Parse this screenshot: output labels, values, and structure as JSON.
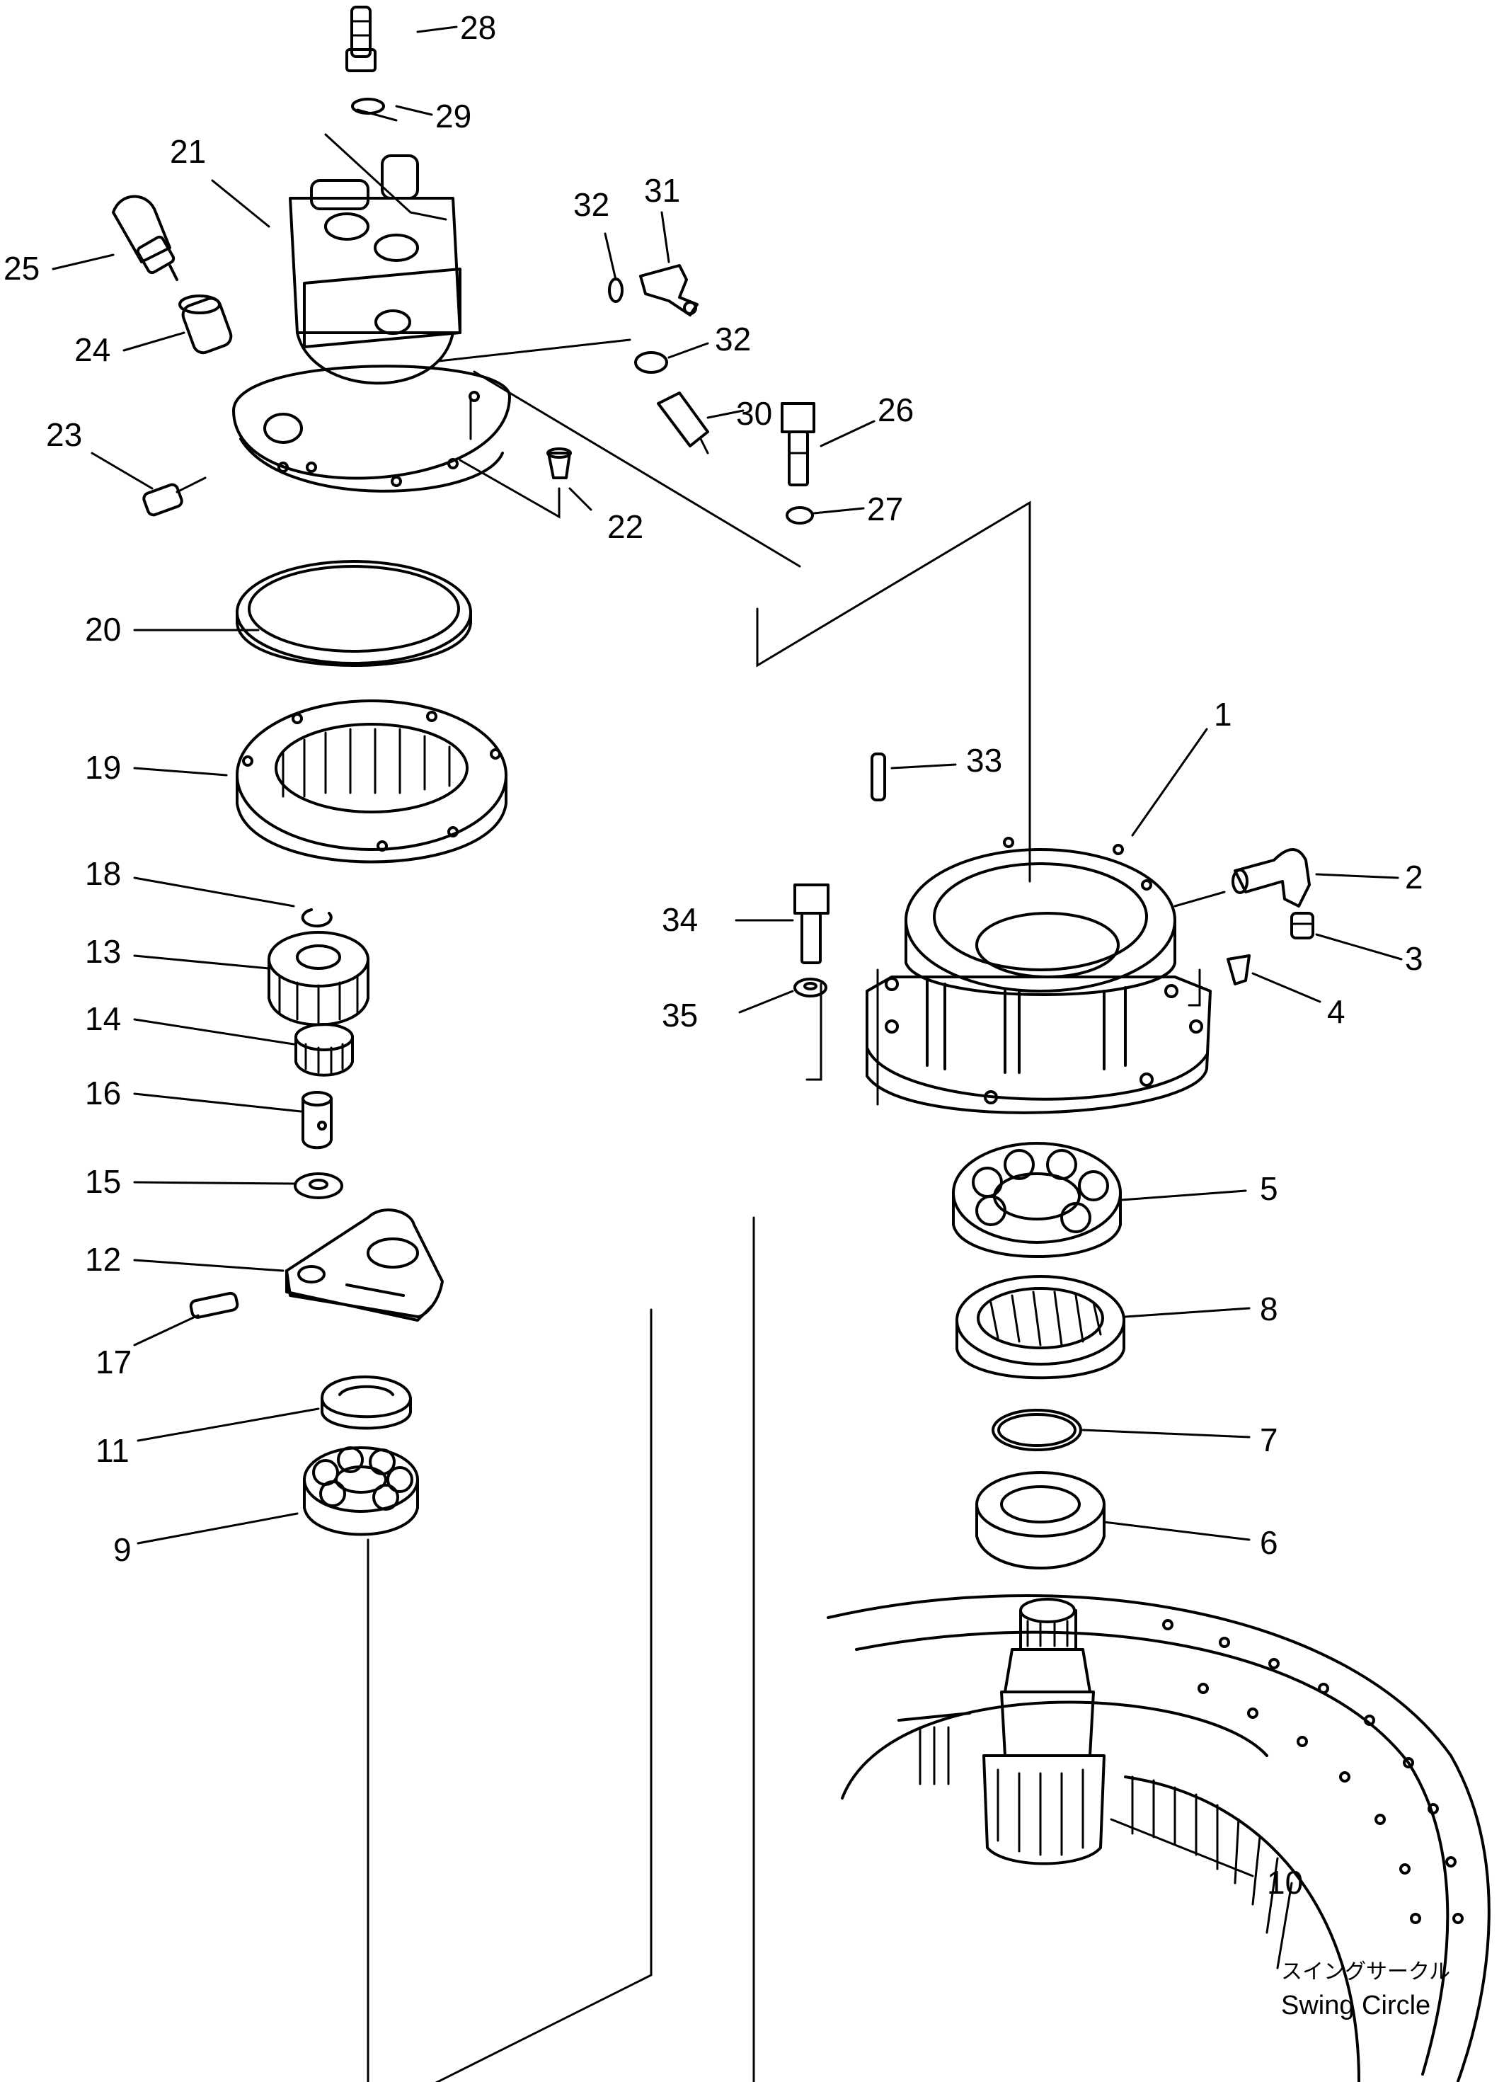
{
  "callouts": {
    "p1": "1",
    "p2": "2",
    "p3": "3",
    "p4": "4",
    "p5": "5",
    "p6": "6",
    "p7": "7",
    "p8": "8",
    "p9": "9",
    "p10": "10",
    "p11": "11",
    "p12": "12",
    "p13": "13",
    "p14": "14",
    "p15": "15",
    "p16": "16",
    "p17": "17",
    "p18": "18",
    "p19": "19",
    "p20": "20",
    "p21": "21",
    "p22": "22",
    "p23": "23",
    "p24": "24",
    "p25": "25",
    "p26": "26",
    "p27": "27",
    "p28": "28",
    "p29": "29",
    "p30": "30",
    "p31": "31",
    "p32a": "32",
    "p32b": "32",
    "p33": "33",
    "p34": "34",
    "p35": "35"
  },
  "caption": {
    "japanese": "スイングサークル",
    "english": "Swing Circle"
  }
}
